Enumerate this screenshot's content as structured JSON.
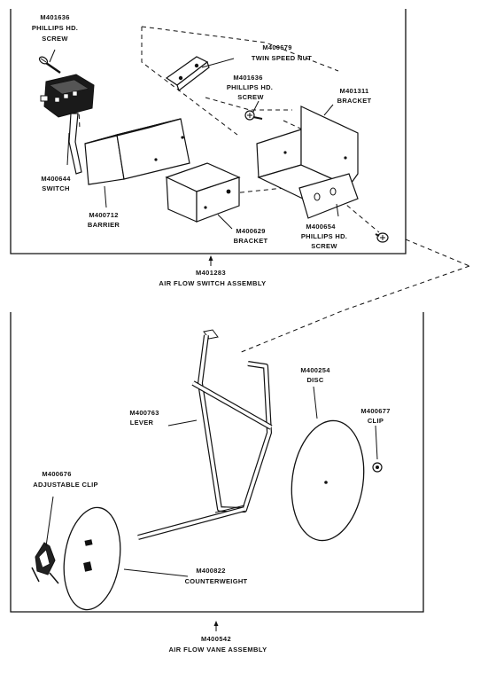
{
  "top_assembly": {
    "caption_part": "M401283",
    "caption_name": "AIR FLOW SWITCH ASSEMBLY",
    "parts": [
      {
        "id": "screw-top",
        "number": "M401636",
        "name_line1": "PHILLIPS HD.",
        "name_line2": "SCREW"
      },
      {
        "id": "switch",
        "number": "M400644",
        "name_line1": "SWITCH",
        "name_line2": ""
      },
      {
        "id": "barrier",
        "number": "M400712",
        "name_line1": "BARRIER",
        "name_line2": ""
      },
      {
        "id": "twin-nut",
        "number": "M400679",
        "name_line1": "TWIN SPEED NUT",
        "name_line2": ""
      },
      {
        "id": "screw-mid",
        "number": "M401636",
        "name_line1": "PHILLIPS HD.",
        "name_line2": "SCREW"
      },
      {
        "id": "bracket-large",
        "number": "M401311",
        "name_line1": "BRACKET",
        "name_line2": ""
      },
      {
        "id": "bracket-small",
        "number": "M400629",
        "name_line1": "BRACKET",
        "name_line2": ""
      },
      {
        "id": "screw-right",
        "number": "M400654",
        "name_line1": "PHILLIPS HD.",
        "name_line2": "SCREW"
      }
    ]
  },
  "bottom_assembly": {
    "caption_part": "M400542",
    "caption_name": "AIR FLOW VANE ASSEMBLY",
    "parts": [
      {
        "id": "lever",
        "number": "M400763",
        "name_line1": "LEVER",
        "name_line2": ""
      },
      {
        "id": "disc",
        "number": "M400254",
        "name_line1": "DISC",
        "name_line2": ""
      },
      {
        "id": "clip",
        "number": "M400677",
        "name_line1": "CLIP",
        "name_line2": ""
      },
      {
        "id": "adjustable-clip",
        "number": "M400676",
        "name_line1": "ADJUSTABLE CLIP",
        "name_line2": ""
      },
      {
        "id": "counterweight",
        "number": "M400822",
        "name_line1": "COUNTERWEIGHT",
        "name_line2": ""
      }
    ]
  }
}
